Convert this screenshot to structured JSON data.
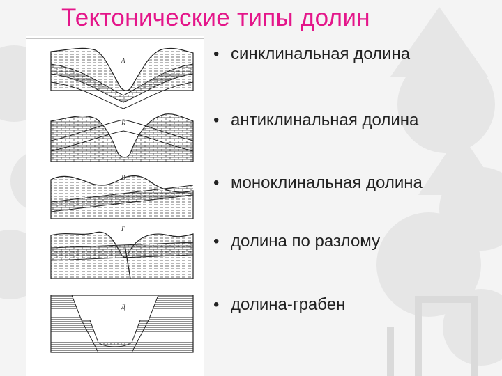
{
  "slide": {
    "title": "Тектонические типы долин",
    "accent_color": "#e4168a"
  },
  "figure": {
    "panel_labels": [
      "А",
      "Б",
      "В",
      "Г",
      "Д"
    ]
  },
  "bullets": [
    {
      "marker": "•",
      "text": "синклинальная долина"
    },
    {
      "marker": "•",
      "text": "антиклинальная долина"
    },
    {
      "marker": "•",
      "text": "моноклинальная долина"
    },
    {
      "marker": "•",
      "text": "долина по разлому"
    },
    {
      "marker": "•",
      "text": "долина-грабен"
    }
  ]
}
